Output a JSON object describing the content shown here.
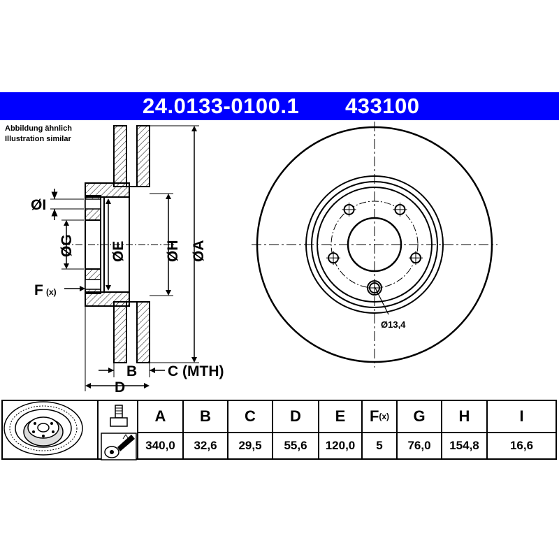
{
  "header": {
    "part_number": "24.0133-0100.1",
    "alt_number": "433100",
    "background": "#0000ff"
  },
  "note": {
    "line1": "Abbildung ähnlich",
    "line2": "Illustration similar"
  },
  "section_labels": {
    "I": "ØI",
    "G": "ØG",
    "E": "ØE",
    "H": "ØH",
    "A": "ØA",
    "F": "F",
    "F_sub": "(x)",
    "B": "B",
    "C": "C (MTH)",
    "D": "D"
  },
  "front_view": {
    "hole_label": "Ø13,4",
    "bolt_holes": 5
  },
  "table": {
    "columns": [
      {
        "label": "A",
        "value": "340,0"
      },
      {
        "label": "B",
        "value": "32,6"
      },
      {
        "label": "C",
        "value": "29,5"
      },
      {
        "label": "D",
        "value": "55,6"
      },
      {
        "label": "E",
        "value": "120,0"
      },
      {
        "label": "F",
        "label_sub": "(x)",
        "value": "5"
      },
      {
        "label": "G",
        "value": "76,0"
      },
      {
        "label": "H",
        "value": "154,8"
      },
      {
        "label": "I",
        "value": "16,6"
      }
    ],
    "icons": [
      "brake-disc-icon",
      "bolt-icon",
      "torque-wrench-icon"
    ]
  }
}
